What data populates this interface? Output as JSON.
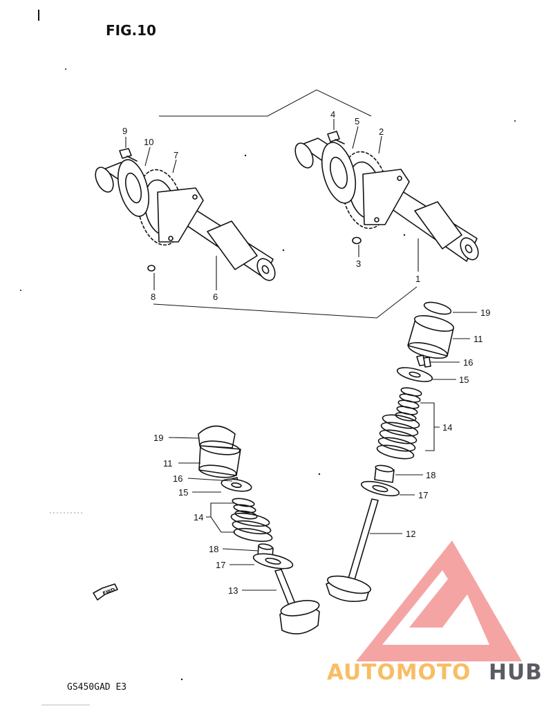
{
  "figure": {
    "title": "FIG.10",
    "model_code": "GS450GAD  E3",
    "fwd_label": "FWD"
  },
  "watermark": {
    "part_a": "AUTOMOTO",
    "part_b": "HUB",
    "logo_color": "#f07070",
    "accent_color": "#f7b24a",
    "dark_color": "#3f3f4a"
  },
  "callouts": [
    {
      "id": "c1",
      "label": "1"
    },
    {
      "id": "c2",
      "label": "2"
    },
    {
      "id": "c3",
      "label": "3"
    },
    {
      "id": "c4",
      "label": "4"
    },
    {
      "id": "c5",
      "label": "5"
    },
    {
      "id": "c6",
      "label": "6"
    },
    {
      "id": "c7",
      "label": "7"
    },
    {
      "id": "c8",
      "label": "8"
    },
    {
      "id": "c9",
      "label": "9"
    },
    {
      "id": "c10",
      "label": "10"
    },
    {
      "id": "c19a",
      "label": "19"
    },
    {
      "id": "c11a",
      "label": "11"
    },
    {
      "id": "c16a",
      "label": "16"
    },
    {
      "id": "c15a",
      "label": "15"
    },
    {
      "id": "c14a",
      "label": "14"
    },
    {
      "id": "c18a",
      "label": "18"
    },
    {
      "id": "c17a",
      "label": "17"
    },
    {
      "id": "c12",
      "label": "12"
    },
    {
      "id": "c19b",
      "label": "19"
    },
    {
      "id": "c11b",
      "label": "11"
    },
    {
      "id": "c16b",
      "label": "16"
    },
    {
      "id": "c15b",
      "label": "15"
    },
    {
      "id": "c14b",
      "label": "14"
    },
    {
      "id": "c18b",
      "label": "18"
    },
    {
      "id": "c17b",
      "label": "17"
    },
    {
      "id": "c13",
      "label": "13"
    }
  ]
}
